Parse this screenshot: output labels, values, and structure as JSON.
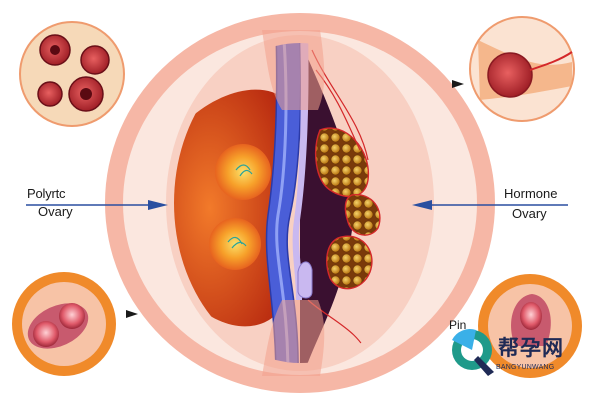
{
  "labels": {
    "left_top": "Polyrtc",
    "left_bottom": "Ovary",
    "right_top": "Hormone",
    "right_bottom": "Ovary",
    "small_right": "Pin"
  },
  "watermark": {
    "text": "帮孕网",
    "subtext": "BANGYUNWANG",
    "logo": "q-logo-icon"
  },
  "colors": {
    "outer_ring": "#f6b7a6",
    "inner_disc": "#fbe7df",
    "duct_blue": "#4a5ed8",
    "follicle_orange": "#e8521c",
    "cavity_dark": "#3a1030",
    "cluster_gold": "#d79a1c",
    "arrow_blue": "#2a4fa0"
  }
}
